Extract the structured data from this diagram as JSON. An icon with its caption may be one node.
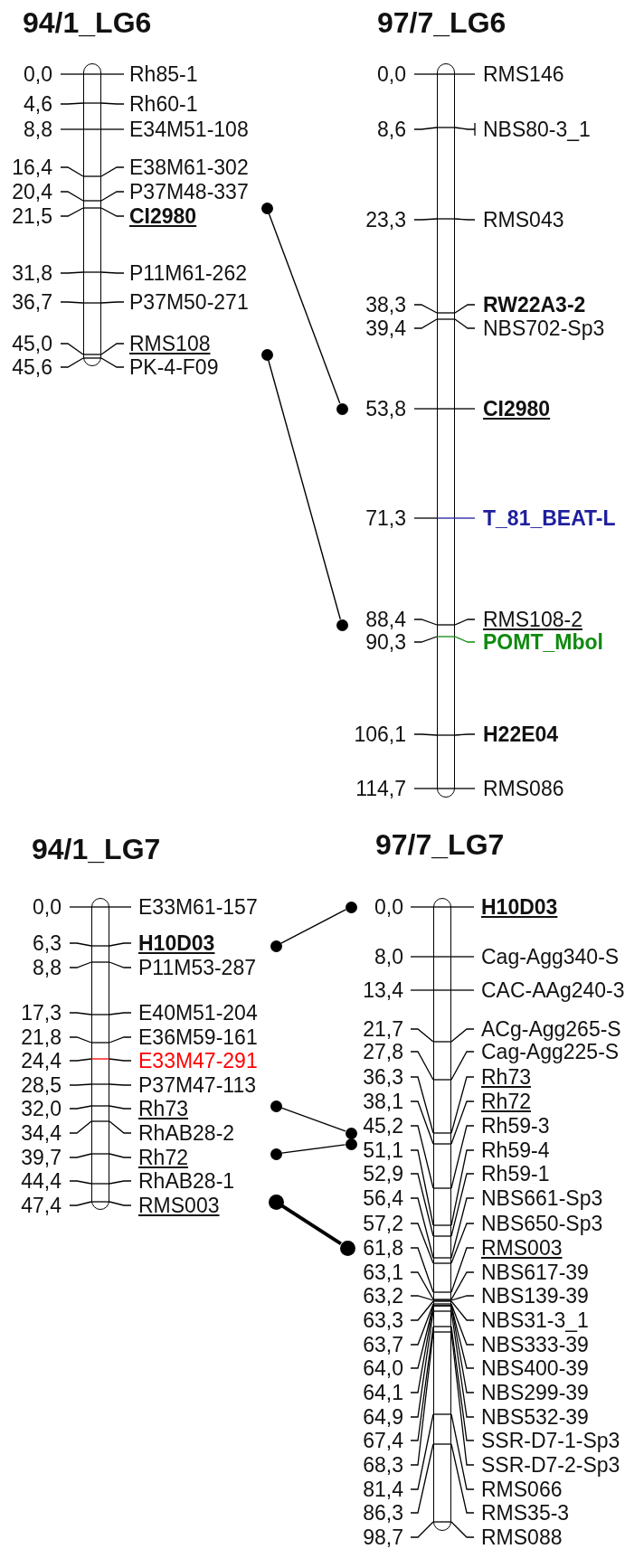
{
  "diagram": {
    "nodes": [
      {
        "text": [
          "94/1_LG6"
        ]
      },
      {
        "text": [
          "Rh85-1"
        ],
        "beside": [
          "0,0"
        ]
      },
      {
        "text": [
          "Rh60-1"
        ],
        "beside": [
          "4,6"
        ]
      },
      {
        "text": [
          "E34M51-108"
        ],
        "beside": [
          "8,8"
        ]
      },
      {
        "text": [
          "E38M61-302"
        ],
        "beside": [
          "16,4"
        ]
      },
      {
        "text": [
          "P37M48-337"
        ],
        "beside": [
          "20,4"
        ]
      },
      {
        "text": [
          "CI2980"
        ],
        "beside": [
          "21,5"
        ]
      },
      {
        "text": [
          "P11M61-262"
        ],
        "beside": [
          "31,8"
        ]
      },
      {
        "text": [
          "P37M50-271"
        ],
        "beside": [
          "36,7"
        ]
      },
      {
        "text": [
          "RMS108"
        ],
        "beside": [
          "45,0"
        ]
      },
      {
        "text": [
          "PK-4-F09"
        ],
        "beside": [
          "45,6"
        ]
      },
      {
        "text": [
          "97/7_LG6"
        ]
      },
      {
        "text": [
          "RMS146"
        ],
        "beside": [
          "0,0"
        ]
      },
      {
        "text": [
          "NBS80-3_1"
        ],
        "beside": [
          "8,6"
        ]
      },
      {
        "text": [
          "RMS043"
        ],
        "beside": [
          "23,3"
        ]
      },
      {
        "text": [
          "RW22A3-2"
        ],
        "beside": [
          "38,3"
        ]
      },
      {
        "text": [
          "NBS702-Sp3"
        ],
        "beside": [
          "39,4"
        ]
      },
      {
        "text": [
          "CI2980"
        ],
        "beside": [
          "53,8"
        ]
      },
      {
        "text": [
          "T_81_BEAT-L"
        ],
        "beside": [
          "71,3"
        ]
      },
      {
        "text": [
          "RMS108-2"
        ],
        "beside": [
          "88,4"
        ]
      },
      {
        "text": [
          "POMT_Mbol"
        ],
        "beside": [
          "90,3"
        ]
      },
      {
        "text": [
          "H22E04"
        ],
        "beside": [
          "106,1"
        ]
      },
      {
        "text": [
          "RMS086"
        ],
        "beside": [
          "114,7"
        ]
      },
      {
        "text": [
          "94/1_LG7"
        ]
      },
      {
        "text": [
          "E33M61-157"
        ],
        "beside": [
          "0,0"
        ]
      },
      {
        "text": [
          "H10D03"
        ],
        "beside": [
          "6,3"
        ]
      },
      {
        "text": [
          "P11M53-287"
        ],
        "beside": [
          "8,8"
        ]
      },
      {
        "text": [
          "E40M51-204"
        ],
        "beside": [
          "17,3"
        ]
      },
      {
        "text": [
          "E36M59-161"
        ],
        "beside": [
          "21,8"
        ]
      },
      {
        "text": [
          "E33M47-291"
        ],
        "beside": [
          "24,4"
        ]
      },
      {
        "text": [
          "P37M47-113"
        ],
        "beside": [
          "28,5"
        ]
      },
      {
        "text": [
          "Rh73"
        ],
        "beside": [
          "32,0"
        ]
      },
      {
        "text": [
          "RhAB28-2"
        ],
        "beside": [
          "34,4"
        ]
      },
      {
        "text": [
          "Rh72"
        ],
        "beside": [
          "39,7"
        ]
      },
      {
        "text": [
          "RhAB28-1"
        ],
        "beside": [
          "44,4"
        ]
      },
      {
        "text": [
          "RMS003"
        ],
        "beside": [
          "47,4"
        ]
      },
      {
        "text": [
          "97/7_LG7"
        ]
      },
      {
        "text": [
          "H10D03"
        ],
        "beside": [
          "0,0"
        ]
      },
      {
        "text": [
          "Cag-Agg340-S"
        ],
        "beside": [
          "8,0"
        ]
      },
      {
        "text": [
          "CAC-AAg240-3"
        ],
        "beside": [
          "13,4"
        ]
      },
      {
        "text": [
          "ACg-Agg265-S"
        ],
        "beside": [
          "21,7"
        ]
      },
      {
        "text": [
          "Cag-Agg225-S"
        ],
        "beside": [
          "27,8"
        ]
      },
      {
        "text": [
          "Rh73"
        ],
        "beside": [
          "36,3"
        ]
      },
      {
        "text": [
          "Rh72"
        ],
        "beside": [
          "38,1"
        ]
      },
      {
        "text": [
          "Rh59-3"
        ],
        "beside": [
          "45,2"
        ]
      },
      {
        "text": [
          "Rh59-4"
        ],
        "beside": [
          "51,1"
        ]
      },
      {
        "text": [
          "Rh59-1"
        ],
        "beside": [
          "52,9"
        ]
      },
      {
        "text": [
          "NBS661-Sp3"
        ],
        "beside": [
          "56,4"
        ]
      },
      {
        "text": [
          "NBS650-Sp3"
        ],
        "beside": [
          "57,2"
        ]
      },
      {
        "text": [
          "RMS003"
        ],
        "beside": [
          "61,8"
        ]
      },
      {
        "text": [
          "NBS617-39"
        ],
        "beside": [
          "63,1"
        ]
      },
      {
        "text": [
          "NBS139-39"
        ],
        "beside": [
          "63,2"
        ]
      },
      {
        "text": [
          "NBS31-3_1"
        ],
        "beside": [
          "63,3"
        ]
      },
      {
        "text": [
          "NBS333-39"
        ],
        "beside": [
          "63,7"
        ]
      },
      {
        "text": [
          "NBS400-39"
        ],
        "beside": [
          "64,0"
        ]
      },
      {
        "text": [
          "NBS299-39"
        ],
        "beside": [
          "64,1"
        ]
      },
      {
        "text": [
          "NBS532-39"
        ],
        "beside": [
          "64,9"
        ]
      },
      {
        "text": [
          "SSR-D7-1-Sp3"
        ],
        "beside": [
          "67,4"
        ]
      },
      {
        "text": [
          "SSR-D7-2-Sp3"
        ],
        "beside": [
          "68,3"
        ]
      },
      {
        "text": [
          "RMS066"
        ],
        "beside": [
          "81,4"
        ]
      },
      {
        "text": [
          "RMS35-3"
        ],
        "beside": [
          "86,3"
        ]
      },
      {
        "text": [
          "RMS088"
        ],
        "beside": [
          "98,7"
        ]
      },
      {
        "text": [],
        "shape": "circle"
      },
      {
        "text": [],
        "shape": "circle"
      },
      {
        "text": [],
        "shape": "circle"
      },
      {
        "text": [],
        "shape": "circle"
      },
      {
        "text": [],
        "shape": "circle"
      },
      {
        "text": [],
        "shape": "circle"
      },
      {
        "text": [],
        "shape": "circle"
      },
      {
        "text": [],
        "shape": "circle"
      },
      {
        "text": [],
        "shape": "circle"
      },
      {
        "text": [],
        "shape": "circle"
      },
      {
        "text": [],
        "shape": "circle"
      },
      {
        "text": [],
        "shape": "circle"
      }
    ],
    "edges": [
      {
        "from": 62,
        "to": 63,
        "arrow": "none"
      },
      {
        "from": 64,
        "to": 65,
        "arrow": "none"
      },
      {
        "from": 66,
        "to": 67,
        "arrow": "none"
      },
      {
        "from": 68,
        "to": 69,
        "arrow": "none"
      },
      {
        "from": 70,
        "to": 71,
        "arrow": "none"
      },
      {
        "from": 72,
        "to": 73,
        "arrow": "none",
        "style": "thick"
      }
    ]
  }
}
